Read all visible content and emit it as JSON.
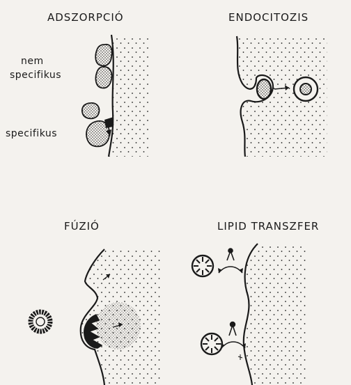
{
  "panels": {
    "adsorption": {
      "title": "ADSZORPCIÓ",
      "label_nonspecific_line1": "nem",
      "label_nonspecific_line2": "specifikus",
      "label_specific": "specifikus"
    },
    "endocytosis": {
      "title": "ENDOCITOZIS"
    },
    "fusion": {
      "title": "FÚZIÓ"
    },
    "lipid_transfer": {
      "title": "LIPID TRANSZFER"
    }
  },
  "colors": {
    "ink": "#1a1a1a",
    "paper": "#f4f2ee"
  }
}
